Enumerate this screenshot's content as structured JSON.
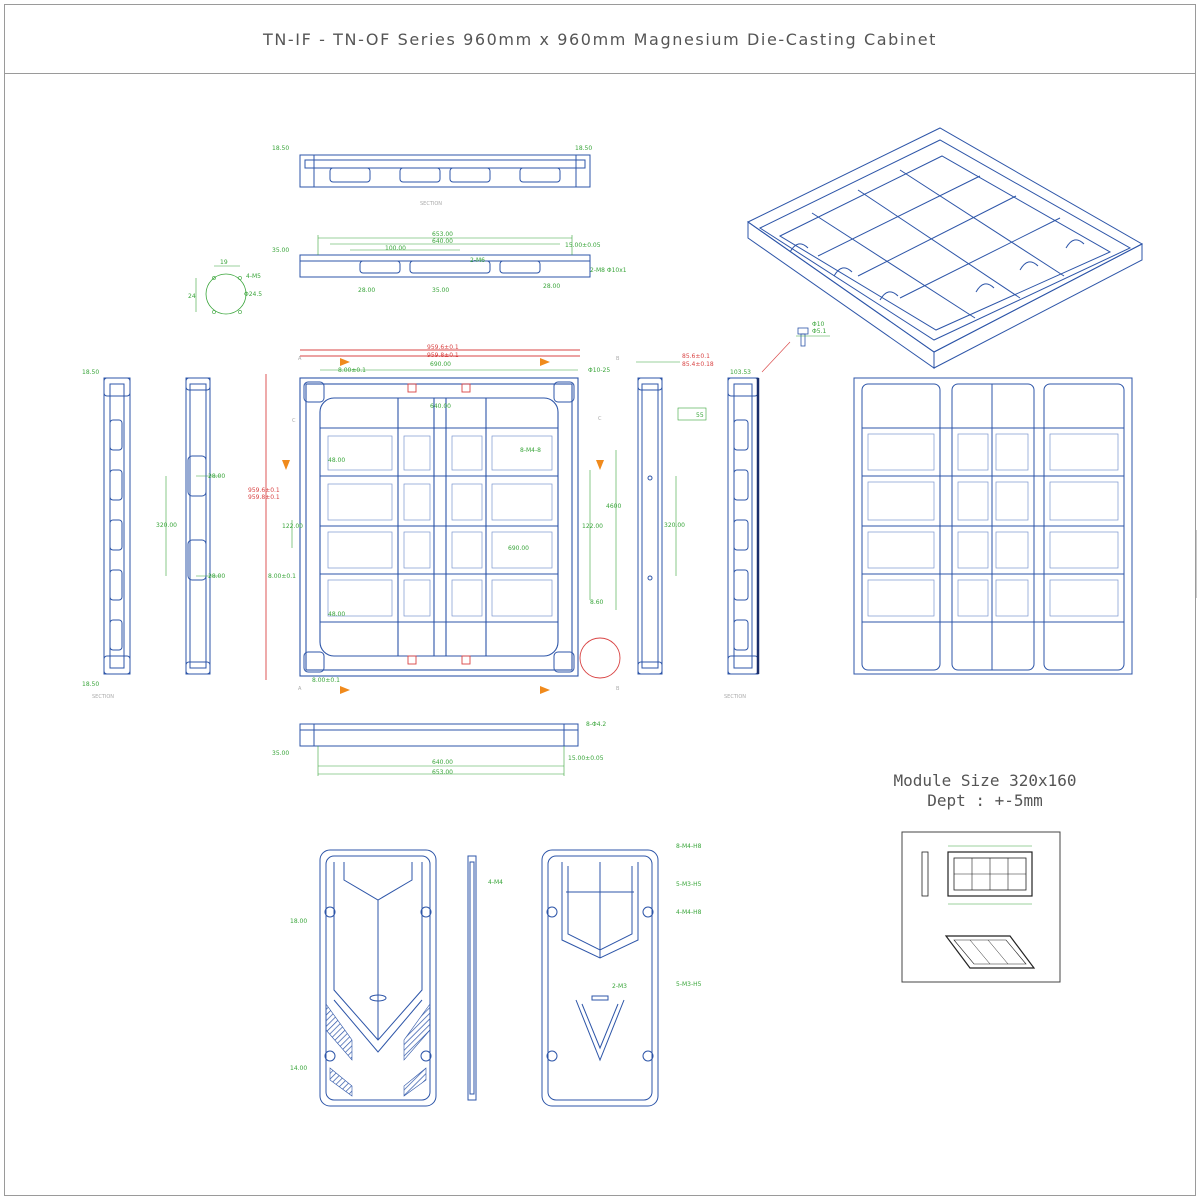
{
  "title": "TN-IF - TN-OF Series 960mm x 960mm Magnesium Die-Casting Cabinet",
  "module_info": {
    "size_label": "Module Size 320x160",
    "depth_label": "Dept : +-5mm"
  },
  "dims": {
    "top_left": "18.50",
    "top_right": "18.50",
    "h653": "653.00",
    "h640": "640.00",
    "h100": "100.00",
    "h15": "15.00±0.05",
    "h35": "35.00",
    "h28a": "28.00",
    "h35b": "35.00",
    "h28b": "28.00",
    "m8": "2-M8 Φ10x1",
    "m6": "2-M6",
    "c19": "19",
    "c24": "24",
    "c245": "Φ24.5",
    "cm5": "4-M5",
    "w9596": "959.6±0.1",
    "w9598": "959.8±0.1",
    "w690": "690.00",
    "w8": "8.00±0.1",
    "m10": "Φ10-25",
    "h959a": "959.6±0.1",
    "h959b": "959.8±0.1",
    "d28a": "28.00",
    "d320a": "320.00",
    "d28b": "28.00",
    "d122a": "122.00",
    "d8b": "8.00±0.1",
    "d48a": "48.00",
    "d48b": "48.00",
    "d8m4": "8-M4-8",
    "d640": "640.00",
    "d690": "690.00",
    "d122b": "122.00",
    "d4600": "4600",
    "d860": "8.60",
    "d320b": "320.00",
    "r856a": "85.6±0.1",
    "r856b": "85.4±0.18",
    "r10353": "103.53",
    "r55": "55",
    "rm10": "Φ10",
    "rm51": "Φ5.1",
    "b800": "8.00±0.1",
    "b35": "35.00",
    "b640": "640.00",
    "b653": "653.00",
    "b15": "15.00±0.05",
    "b8m4": "8-Φ4.2",
    "l18a": "18.50",
    "l18b": "18.50",
    "ml18": "18.00",
    "ml14": "14.00",
    "m4m4": "4-M4",
    "m8m4": "8-M4-H8",
    "m5m3": "5-M3-H5",
    "m4m4h": "4-M4-H8",
    "m2m3": "2-M3",
    "m5m3b": "5-M3-H5",
    "sec_a": "A",
    "sec_b": "B",
    "sec_c": "C",
    "sec_d": "C"
  },
  "colors": {
    "outline": "#2d55a8",
    "outline_light": "#7b95cf",
    "dimension": "#39a53a",
    "accent_red": "#d94444",
    "arrow_orange": "#f08a1c"
  }
}
